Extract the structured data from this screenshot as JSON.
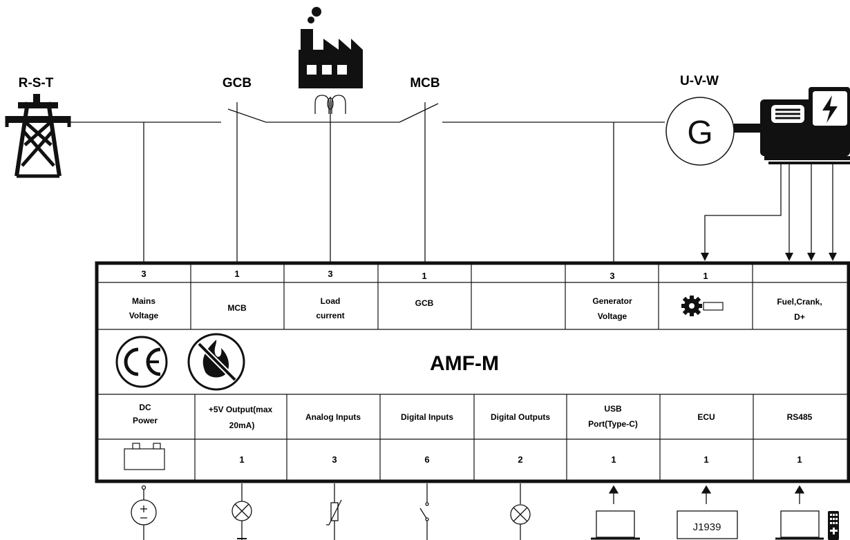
{
  "labels": {
    "mains": "R-S-T",
    "gcb": "GCB",
    "mcb": "MCB",
    "generator": "U-V-W",
    "generator_symbol": "G"
  },
  "controller": {
    "title": "AMF-M",
    "top_counts": [
      "3",
      "1",
      "3",
      "1",
      "",
      "3",
      "1",
      ""
    ],
    "top_labels": [
      [
        "Mains",
        "Voltage"
      ],
      [
        "MCB"
      ],
      [
        "Load",
        "current"
      ],
      [
        "GCB"
      ],
      [],
      [
        "Generator",
        "Voltage"
      ],
      [],
      [
        "Fuel,Crank,",
        "D+"
      ]
    ],
    "bottom_labels": [
      [
        "DC",
        "Power"
      ],
      [
        "+5V Output(max",
        "20mA)"
      ],
      [
        "Analog Inputs"
      ],
      [
        "Digital Inputs"
      ],
      [
        "Digital Outputs"
      ],
      [
        "USB",
        "Port(Type-C)"
      ],
      [
        "ECU"
      ],
      [
        "RS485"
      ]
    ],
    "bottom_counts": [
      "",
      "1",
      "3",
      "6",
      "2",
      "1",
      "1",
      "1"
    ]
  },
  "bus": {
    "ecu_protocol": "J1939"
  },
  "icons": [
    "power-tower-icon",
    "factory-icon",
    "current-transformer-icon",
    "generator-engine-icon",
    "ce-mark-icon",
    "no-fire-icon",
    "gear-sensor-icon",
    "battery-icon",
    "dc-source-icon",
    "lamp-icon",
    "thermistor-icon",
    "switch-icon",
    "laptop-icon",
    "keypad-icon"
  ]
}
